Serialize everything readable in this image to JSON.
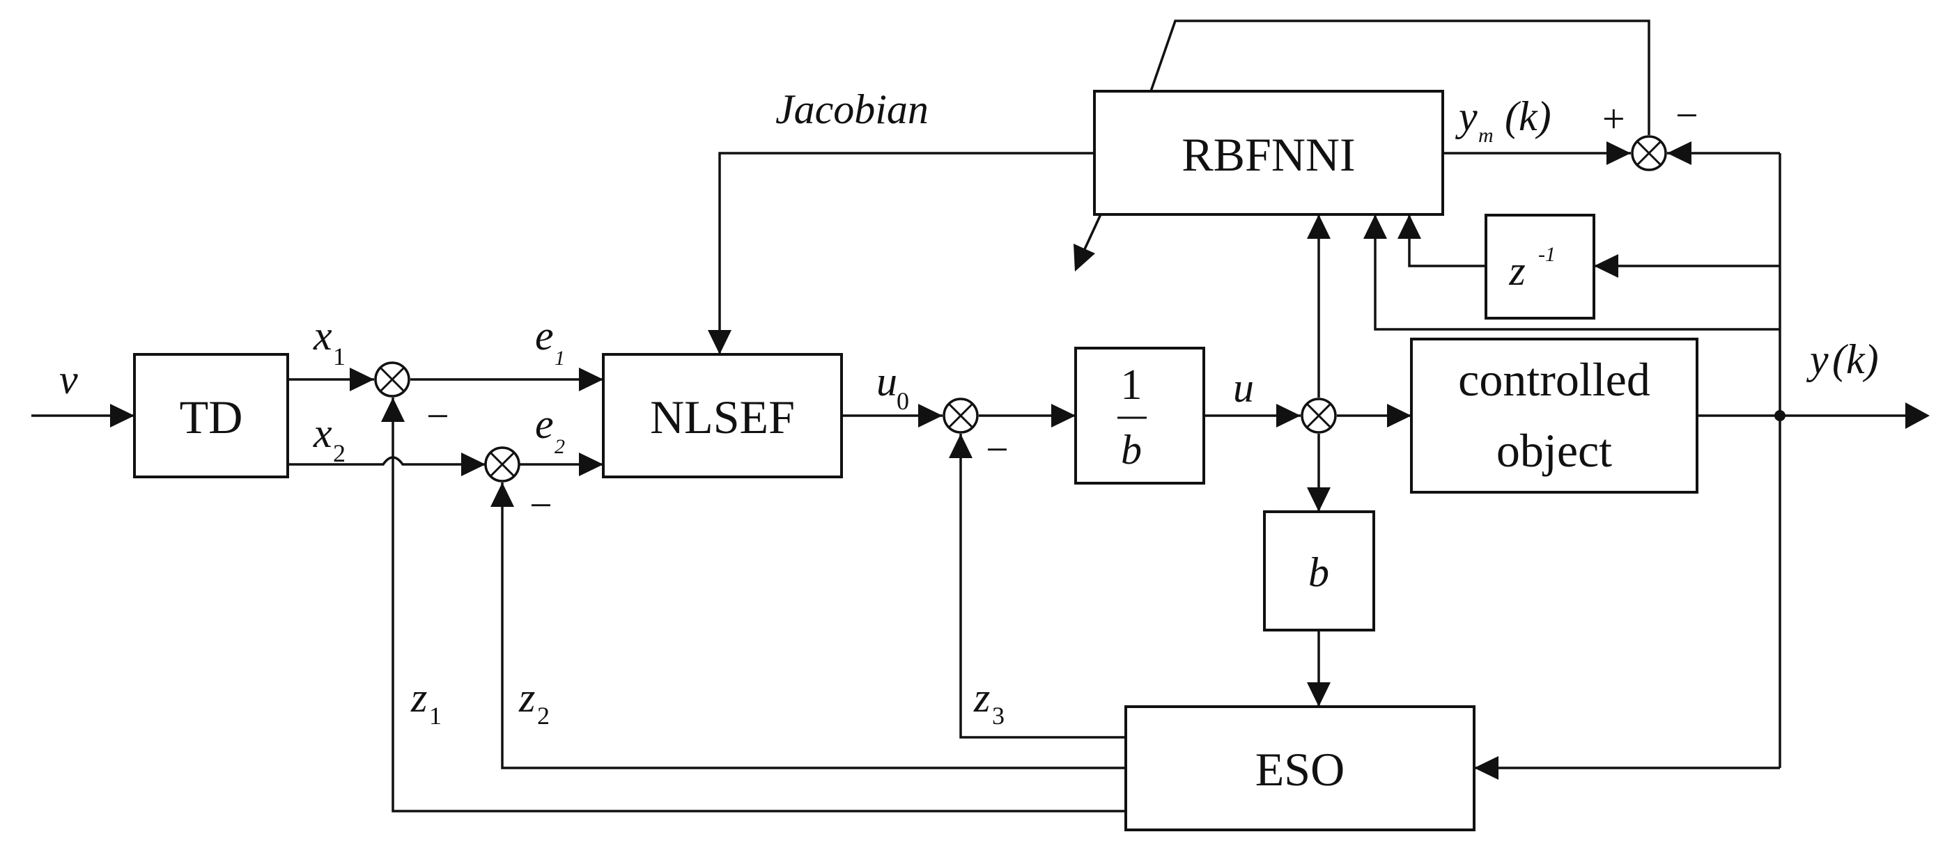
{
  "blocks": {
    "td": "TD",
    "nlsef": "NLSEF",
    "rbfnni": "RBFNNI",
    "eso": "ESO",
    "gain_num": "1",
    "gain_den": "b",
    "b_gain": "b",
    "delay_base": "z",
    "delay_exp": "-1",
    "plant_line1": "controlled",
    "plant_line2": "object"
  },
  "signals": {
    "input": "v",
    "x1_base": "x",
    "x1_sub": "1",
    "x2_base": "x",
    "x2_sub": "2",
    "e1_base": "e",
    "e1_sub": "1",
    "e2_base": "e",
    "e2_sub": "2",
    "u0_base": "u",
    "u0_sub": "0",
    "u": "u",
    "ym_base": "y",
    "ym_sub": "m",
    "ym_arg": "(k)",
    "output_base": "y",
    "output_arg": "(k)",
    "z1_base": "z",
    "z1_sub": "1",
    "z2_base": "z",
    "z2_sub": "2",
    "z3_base": "z",
    "z3_sub": "3",
    "jacobian": "Jacobian"
  },
  "signs": {
    "minus": "−",
    "plus": "+"
  }
}
